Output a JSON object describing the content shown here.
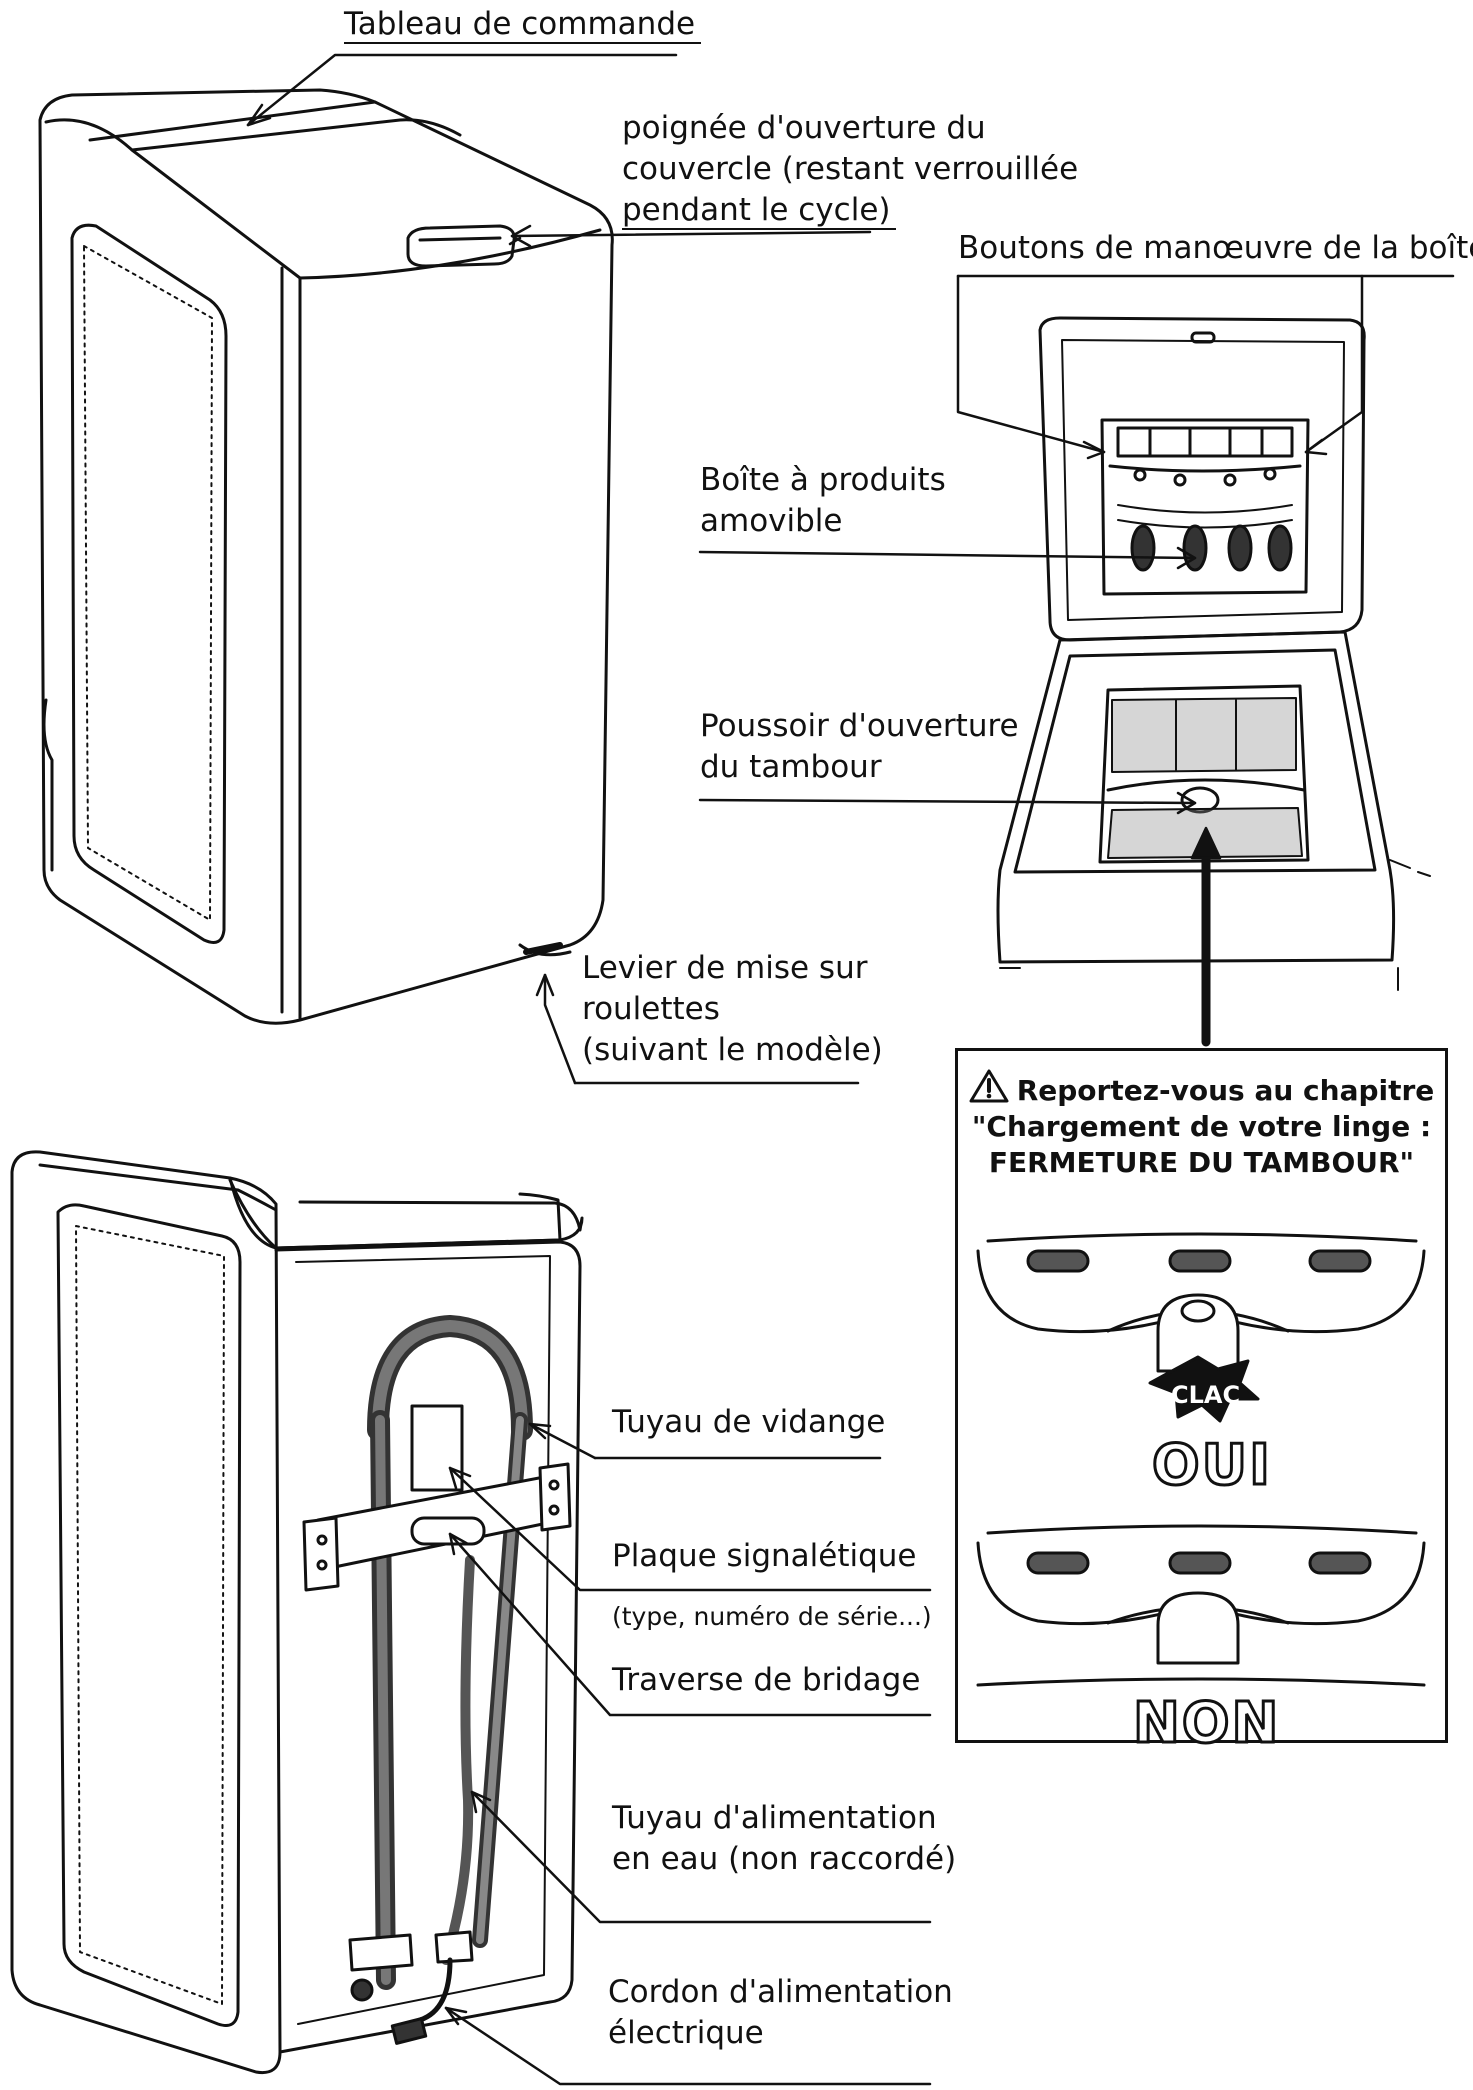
{
  "labels": {
    "tableau": "Tableau de commande",
    "poignee_1": "poignée d'ouverture du",
    "poignee_2": "couvercle (restant verrouillée",
    "poignee_3": "pendant le cycle)",
    "boutons": "Boutons de manœuvre de la boîte",
    "boite_1": "Boîte à produits",
    "boite_2": "amovible",
    "poussoir_1": "Poussoir d'ouverture",
    "poussoir_2": "du tambour",
    "levier_1": "Levier de mise sur",
    "levier_2": "roulettes",
    "levier_3": "(suivant le modèle)",
    "tuyau_vidange": "Tuyau de vidange",
    "plaque": "Plaque signalétique",
    "plaque_detail": "(type, numéro de série...)",
    "traverse": "Traverse de bridage",
    "alim_1": "Tuyau d'alimentation",
    "alim_2": "en eau (non raccordé)",
    "cordon_1": "Cordon d'alimentation",
    "cordon_2": "électrique"
  },
  "notice": {
    "line1": "Reportez-vous au chapitre",
    "line2": "\"Chargement de votre linge :",
    "line3": "FERMETURE DU TAMBOUR\"",
    "clac": "CLAC",
    "oui": "OUI",
    "non": "NON"
  },
  "icons": [
    "warning-triangle-icon"
  ]
}
